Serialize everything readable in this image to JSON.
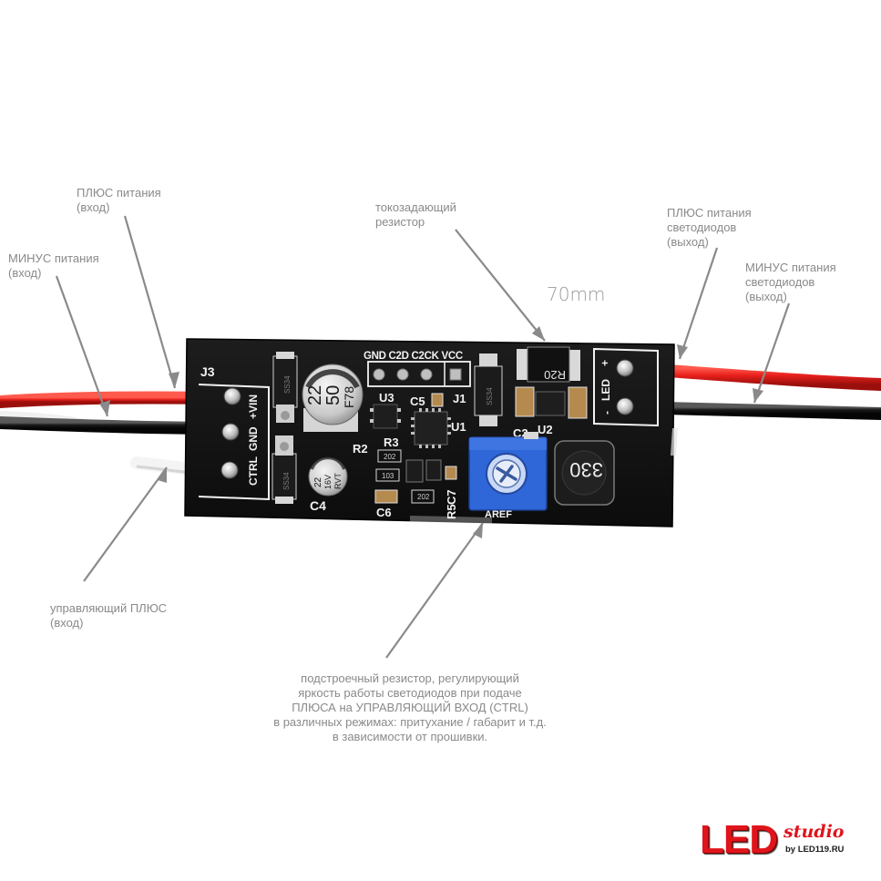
{
  "board": {
    "silk_j3": "J3",
    "silk_vin": "+VIN",
    "silk_gnd": "GND",
    "silk_ctrl": "CTRL",
    "silk_header": "GND C2D C2CK VCC",
    "silk_u3": "U3",
    "silk_c5": "C5",
    "silk_j1": "J1",
    "silk_u1": "U1",
    "silk_r3": "R3",
    "silk_r2": "R2",
    "silk_c4": "C4",
    "silk_c6": "C6",
    "silk_c7": "C7",
    "silk_r5": "R5",
    "silk_c2": "C2",
    "silk_u2": "U2",
    "silk_aref": "AREF",
    "silk_led": "LED",
    "silk_plus": "+",
    "silk_minus": "-",
    "cap_big_line1": "22",
    "cap_big_line2": "50",
    "cap_big_line3": "F78",
    "cap_small_line1": "22",
    "cap_small_line2": "16V",
    "cap_small_line3": "RVT",
    "resistor_r20": "R20",
    "inductor_code": "330",
    "smd_202a": "202",
    "smd_103": "103",
    "smd_202b": "202",
    "diode_ss34": "SS34"
  },
  "annotations": {
    "vin_plus": [
      "ПЛЮС питания",
      "(вход)"
    ],
    "vin_minus": [
      "МИНУС питания",
      "(вход)"
    ],
    "current_resistor": [
      "токозадающий",
      "резистор"
    ],
    "led_plus": [
      "ПЛЮС питания",
      "светодиодов",
      "(выход)"
    ],
    "led_minus": [
      "МИНУС питания",
      "светодиодов",
      "(выход)"
    ],
    "ctrl_plus": [
      "управляющий ПЛЮС",
      "(вход)"
    ],
    "trimmer": [
      "подстроечный резистор, регулирующий",
      "яркость работы светодиодов при подаче",
      "ПЛЮСА на УПРАВЛЯЮЩИЙ ВХОД (CTRL)",
      "в различных режимах: притухание / габарит и т.д.",
      "в зависимости от прошивки."
    ]
  },
  "dimension_label": "70mm",
  "logo": {
    "main": "LED",
    "script": "studio",
    "site": "by LED119.RU"
  },
  "colors": {
    "wire_red": "#e8201c",
    "wire_black": "#151515",
    "pcb": "#121212",
    "silk": "#f2f2f2",
    "trimmer_blue": "#2f66d8",
    "label_gray": "#8a8a8a",
    "logo_red": "#e0141b"
  }
}
